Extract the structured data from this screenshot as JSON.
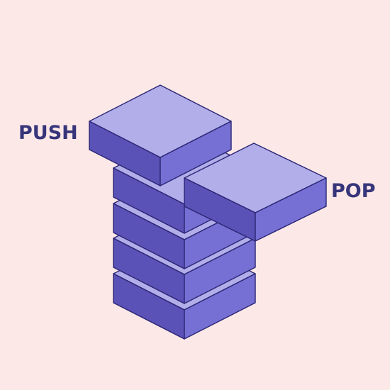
{
  "labels": {
    "push": "PUSH",
    "pop": "POP"
  },
  "colors": {
    "background": "#fde8e8",
    "block_top": "#b2aeea",
    "block_left": "#5a52b6",
    "block_right": "#7670d4",
    "outline": "#2a2674",
    "label_text": "#36357a"
  },
  "stack": {
    "stacked_block_count": 4,
    "pushed_block_count": 1,
    "popped_block_count": 1
  }
}
